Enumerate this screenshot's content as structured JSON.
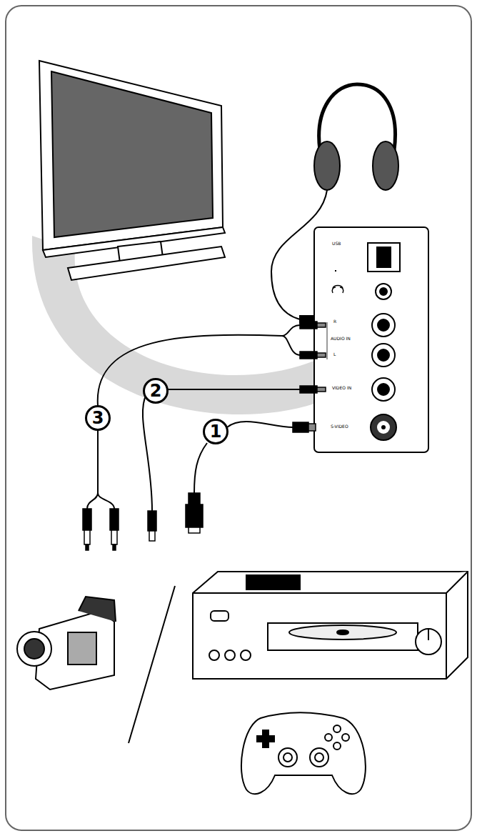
{
  "diagram": {
    "nodes": [
      {
        "text": [
          "3"
        ]
      },
      {
        "text": [
          "2"
        ]
      },
      {
        "text": [
          "1"
        ]
      }
    ],
    "labels": [
      "USB",
      "R",
      "AUDIO IN",
      "L",
      "VIDEO IN",
      "S-VIDEO"
    ]
  }
}
